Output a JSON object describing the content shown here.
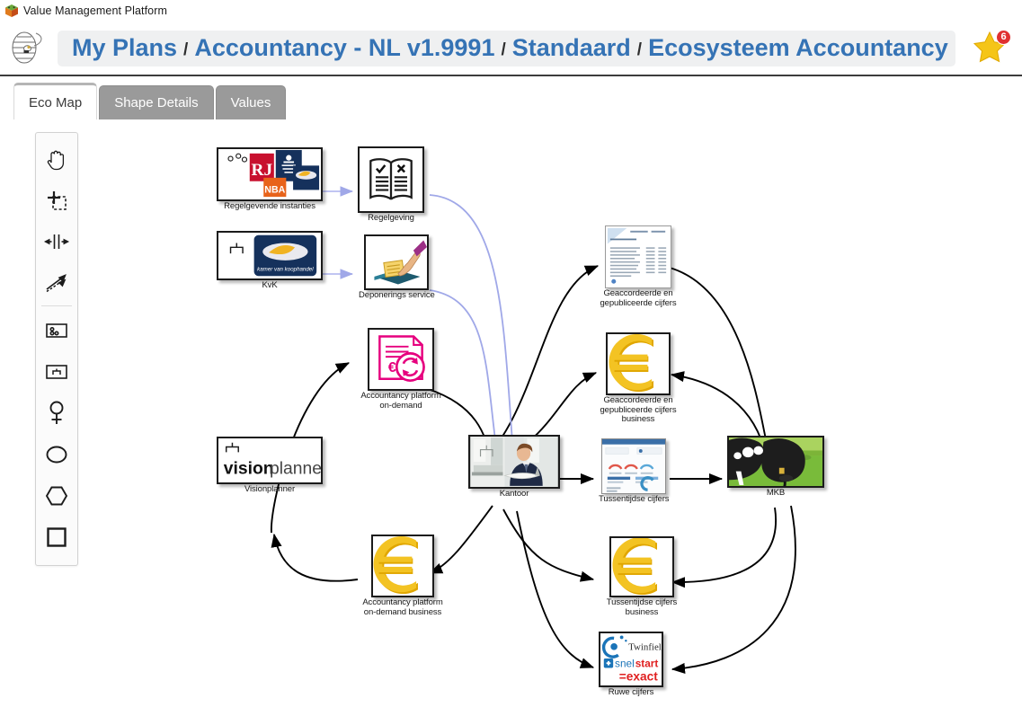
{
  "app": {
    "title": "Value Management Platform",
    "logo_icon": "cube-logo-icon",
    "hive_icon": "beehive-icon"
  },
  "header": {
    "breadcrumb": [
      {
        "label": "My Plans"
      },
      {
        "label": "Accountancy - NL v1.9991"
      },
      {
        "label": "Standaard"
      },
      {
        "label": "Ecosysteem Accountancy MKB NL"
      }
    ],
    "separator": "/",
    "favorite_icon": "star-icon",
    "badge_count": "6",
    "accent_color": "#3573b5",
    "badge_color": "#e03030"
  },
  "tabs": [
    {
      "label": "Eco Map",
      "active": true
    },
    {
      "label": "Shape Details",
      "active": false
    },
    {
      "label": "Values",
      "active": false
    }
  ],
  "toolbar": {
    "tools": [
      {
        "name": "pan-hand-tool",
        "title": "Pan"
      },
      {
        "name": "select-marquee-tool",
        "title": "Select"
      },
      {
        "name": "align-distribute-tool",
        "title": "Distribute"
      },
      {
        "name": "connector-arrow-tool",
        "title": "Connector"
      },
      {
        "name": "group-shape-tool",
        "title": "Group"
      },
      {
        "name": "node-shape-tool",
        "title": "Node"
      },
      {
        "name": "actor-shape-tool",
        "title": "Actor"
      },
      {
        "name": "ellipse-shape-tool",
        "title": "Ellipse"
      },
      {
        "name": "hexagon-shape-tool",
        "title": "Hexagon"
      },
      {
        "name": "rectangle-shape-tool",
        "title": "Rectangle"
      }
    ]
  },
  "diagram": {
    "nodes": [
      {
        "id": "regelgevende",
        "label": "Regelgevende instanties",
        "icon": "regulators-logos-icon"
      },
      {
        "id": "regelgeving",
        "label": "Regelgeving",
        "icon": "open-book-icon"
      },
      {
        "id": "kvk",
        "label": "KvK",
        "icon": "kvk-logo-icon"
      },
      {
        "id": "deponering",
        "label": "Deponerings service",
        "icon": "hand-deposit-icon"
      },
      {
        "id": "platform",
        "label": "Accountancy platform on-demand",
        "icon": "pink-invoice-refresh-icon"
      },
      {
        "id": "visionplanner",
        "label": "Visionplanner",
        "icon": "visionplanner-logo-icon"
      },
      {
        "id": "platformbiz",
        "label": "Accountancy platform on-demand business",
        "icon": "euro-coin-icon"
      },
      {
        "id": "kantoor",
        "label": "Kantoor",
        "icon": "office-photo-icon"
      },
      {
        "id": "geaccordeerd",
        "label": "Geaccordeerde en gepubliceerde cijfers",
        "icon": "report-document-icon"
      },
      {
        "id": "geaccordeerdbiz",
        "label": "Geaccordeerde en gepubliceerde cijfers business",
        "icon": "euro-coin-icon"
      },
      {
        "id": "tussentijdse",
        "label": "Tussentijdse cijfers",
        "icon": "dashboard-screenshot-icon"
      },
      {
        "id": "tussentijdsebiz",
        "label": "Tussentijdse cijfers business",
        "icon": "euro-coin-icon"
      },
      {
        "id": "ruwe",
        "label": "Ruwe cijfers",
        "icon": "accounting-software-logos-icon"
      },
      {
        "id": "mkb",
        "label": "MKB",
        "icon": "cow-photo-icon"
      }
    ],
    "edge_colors": {
      "flow": "#000000",
      "governance": "#a0a8e8"
    }
  }
}
